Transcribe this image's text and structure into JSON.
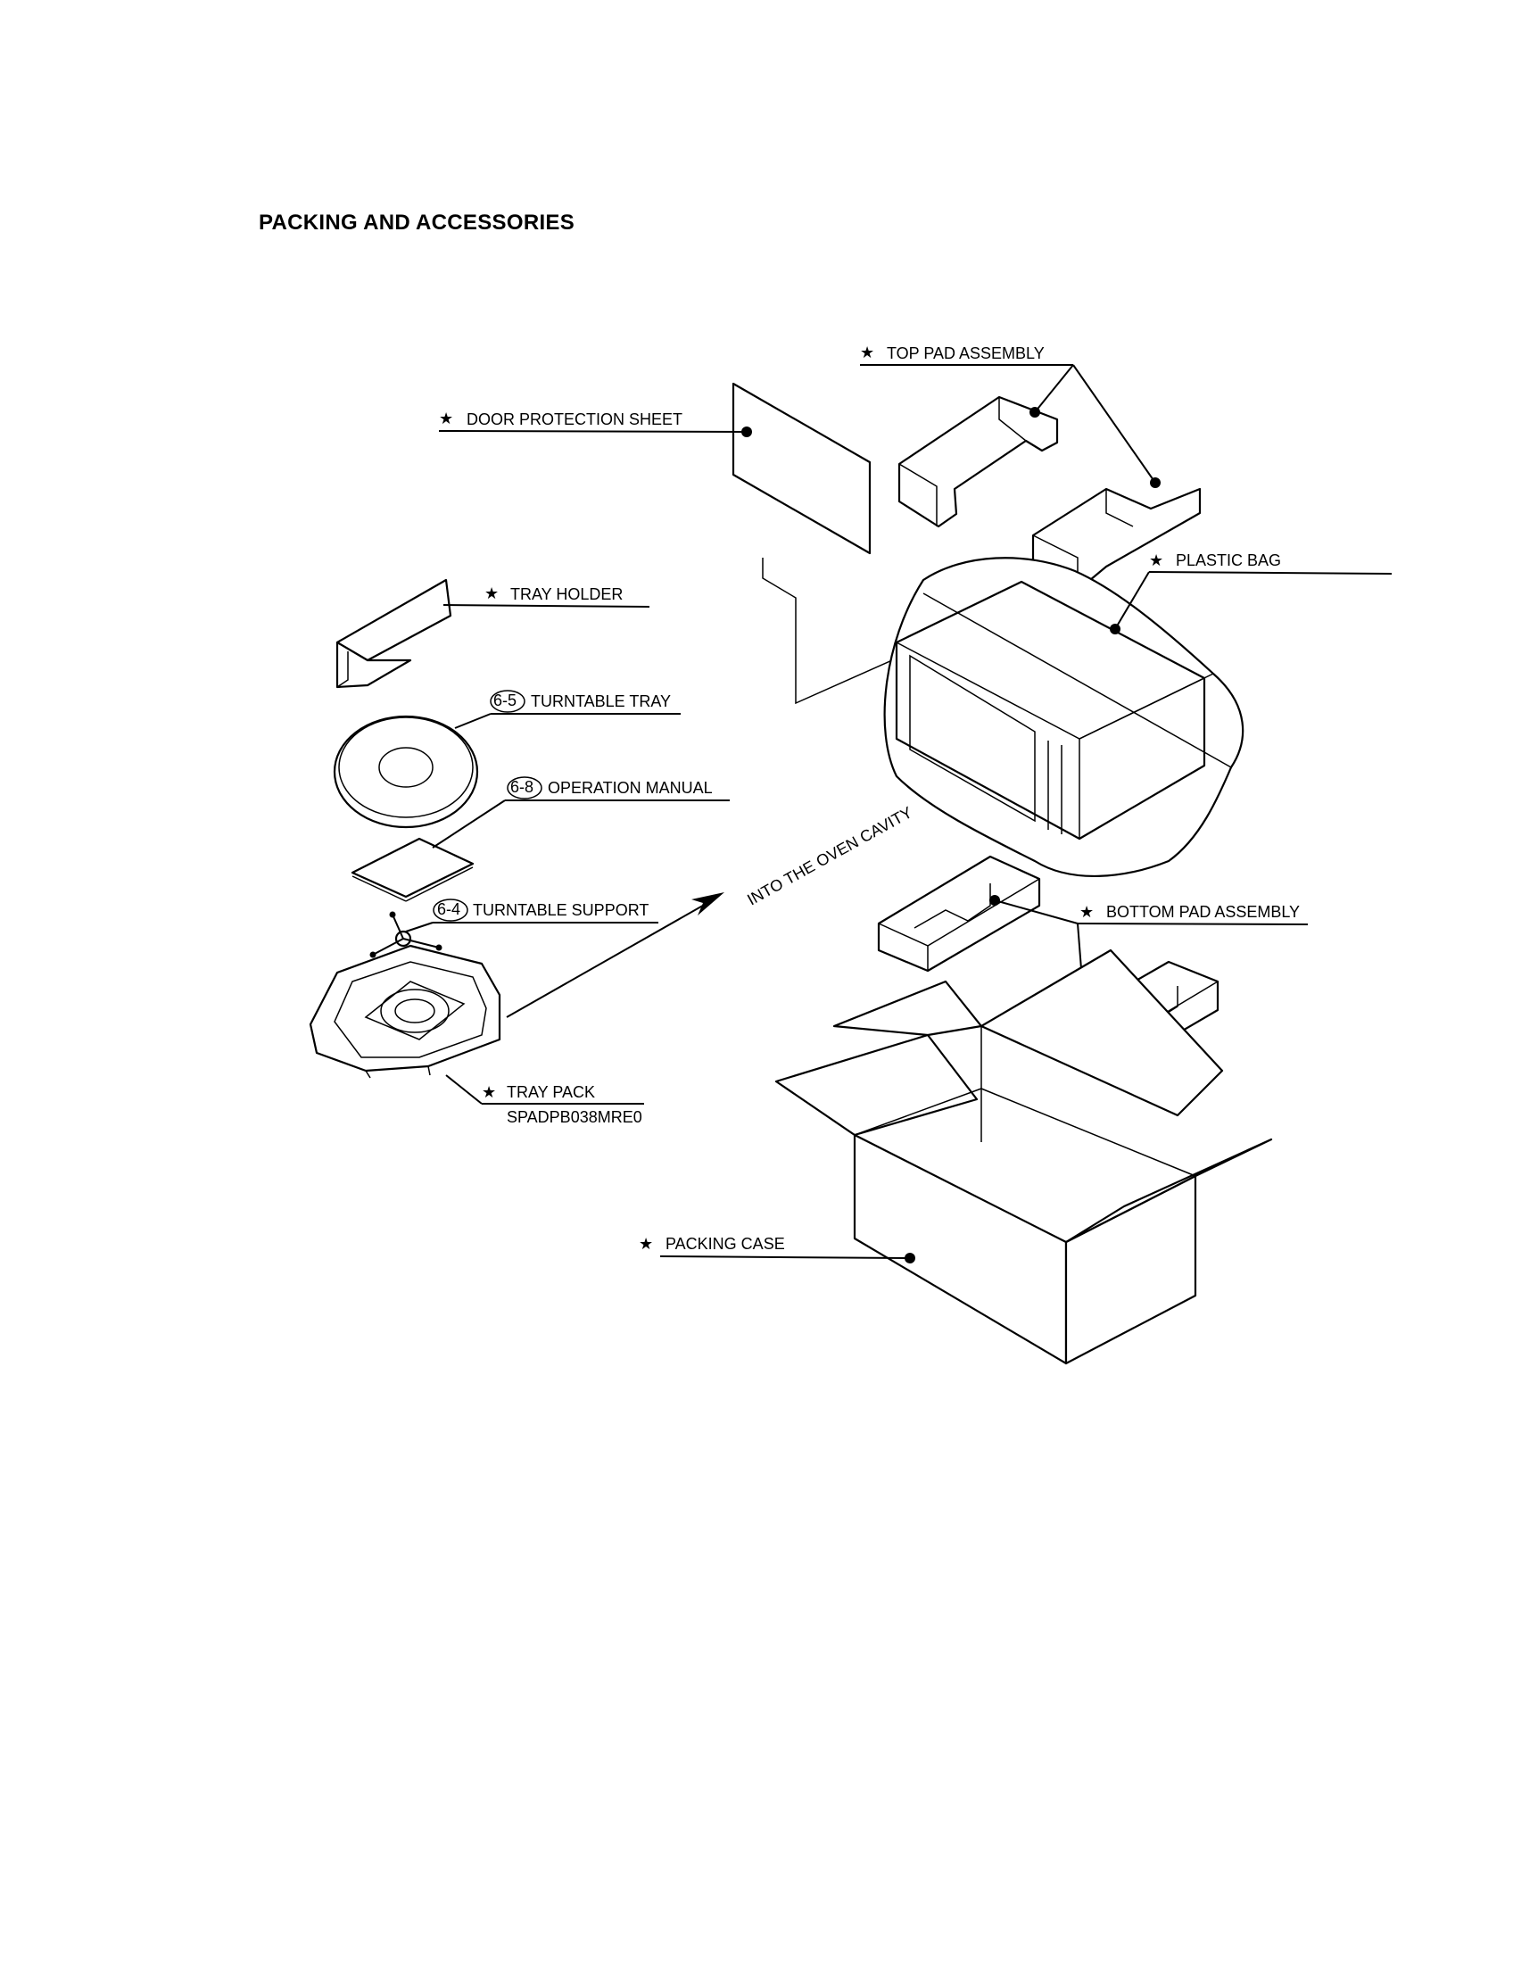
{
  "page_title": "PACKING AND ACCESSORIES",
  "labels": {
    "top_pad": "TOP PAD ASSEMBLY",
    "door_sheet": "DOOR PROTECTION SHEET",
    "plastic_bag": "PLASTIC BAG",
    "tray_holder": "TRAY HOLDER",
    "turntable_tray": "TURNTABLE TRAY",
    "operation_manual": "OPERATION MANUAL",
    "turntable_support": "TURNTABLE SUPPORT",
    "bottom_pad": "BOTTOM PAD ASSEMBLY",
    "tray_pack": "TRAY PACK",
    "tray_pack_part_no": "SPADPB038MRE0",
    "packing_case": "PACKING CASE",
    "into_cavity": "INTO THE OVEN CAVITY"
  },
  "ref_numbers": {
    "turntable_tray": "6-5",
    "operation_manual": "6-8",
    "turntable_support": "6-4"
  },
  "star_symbol": "★"
}
